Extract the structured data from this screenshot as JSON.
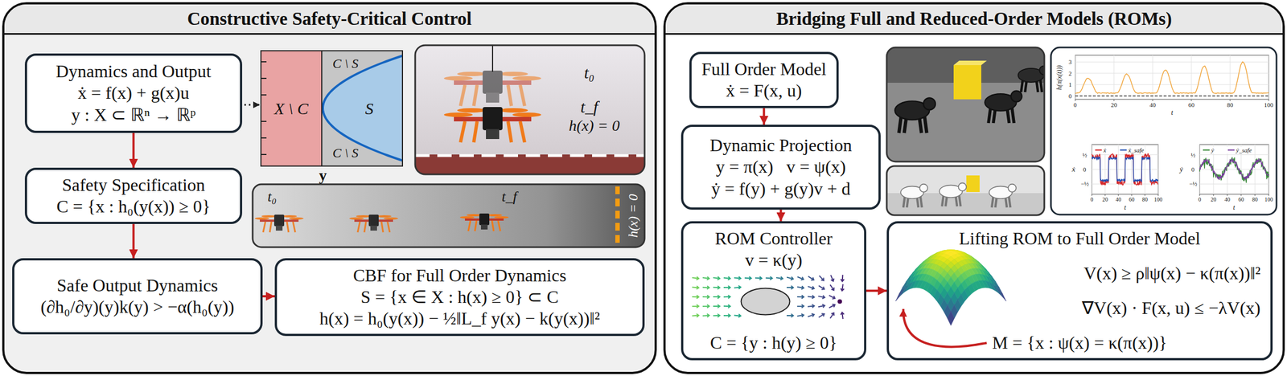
{
  "diagram": {
    "nodes": [
      {
        "text": [
          "Constructive Safety-Critical Control"
        ]
      },
      {
        "text": [
          "Dynamics and Output",
          "ẋ = f(x) + g(x)u",
          "y : X ⊂ ℝⁿ → ℝᵖ"
        ],
        "in": 0
      },
      {
        "text": [
          "Safety Specification",
          "C = {x : h₀(y(x)) ≥ 0}"
        ],
        "in": 0
      },
      {
        "text": [
          "Safe Output Dynamics",
          "(∂h₀/∂y)(y)k(y) > −α(h₀(y))"
        ],
        "in": 0
      },
      {
        "text": [
          "CBF for Full Order Dynamics",
          "S = {x ∈ X : h(x) ≥ 0} ⊂ C",
          "h(x) = h₀(y(x)) − ½‖L_f y(x) − k(y(x))‖²"
        ],
        "in": 0
      },
      {
        "text": [
          "Bridging Full and Reduced-Order Models (ROMs)"
        ]
      },
      {
        "text": [
          "Full Order Model",
          "ẋ = F(x, u)"
        ],
        "in": 5
      },
      {
        "text": [
          "Dynamic Projection",
          "y = π(x)   v = ψ(x)",
          "ẏ = f(y) + g(y)v + d"
        ],
        "in": 5
      },
      {
        "text": [
          "ROM Controller",
          "v = κ(y)",
          "C = {y : h(y) ≥ 0}"
        ],
        "in": 5
      },
      {
        "text": [
          "Lifting ROM to Full Order Model",
          "V(x) ≥ ρ‖ψ(x) − κ(π(x))‖²",
          "∇V(x) · F(x, u) ≤ −λV(x)",
          "M = {x : ψ(x) = κ(π(x))}"
        ],
        "in": 5
      }
    ],
    "edges": [
      {
        "from": 1,
        "to": 2,
        "arrow": "to"
      },
      {
        "from": 2,
        "to": 3,
        "arrow": "to"
      },
      {
        "from": 3,
        "to": 4,
        "arrow": "to"
      },
      {
        "from": 6,
        "to": 7,
        "arrow": "to"
      },
      {
        "from": 7,
        "to": 8,
        "arrow": "to"
      },
      {
        "from": 8,
        "to": 9,
        "arrow": "to"
      }
    ],
    "labels": [
      "X \\ C",
      "C \\ S",
      "S",
      "C \\ S",
      "y",
      "t₀",
      "t_f",
      "h(x) = 0",
      "t₀",
      "t_f",
      "h(x) = 0",
      "h(π(x(t)))",
      "3",
      "2",
      "1",
      "0",
      "0",
      "20",
      "40",
      "60",
      "80",
      "100",
      "t",
      "½",
      "0",
      "−½",
      "0",
      "20",
      "40",
      "60",
      "80",
      "100",
      "t",
      "ẋ",
      "½",
      "0",
      "−½",
      "0",
      "20",
      "40",
      "60",
      "80",
      "100",
      "t",
      "ẏ"
    ],
    "legend": [
      {
        "text": "ẋ"
      },
      {
        "text": "ẋ_safe"
      },
      {
        "text": "ẏ"
      },
      {
        "text": "ẏ_safe"
      }
    ]
  }
}
